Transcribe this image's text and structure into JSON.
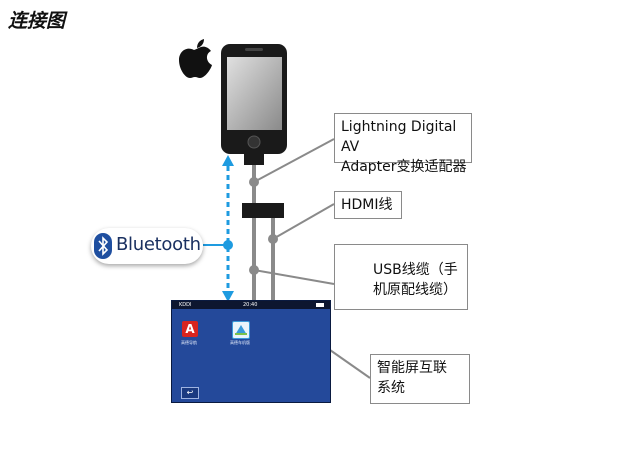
{
  "title": "连接图",
  "labels": {
    "adapter_line1": "Lightning Digital AV",
    "adapter_line2": "Adapter变换适配器",
    "hdmi": "HDMI线",
    "usb_line1": "USB线缆（手",
    "usb_line2": "机原配线缆）",
    "headunit_line1": "智能屏互联",
    "headunit_line2": "系统",
    "bluetooth": "Bluetooth"
  },
  "head_unit": {
    "carrier": "KDDI",
    "time": "20:40",
    "apps": [
      {
        "letter": "A",
        "label": "高德导航",
        "color": "#d8241f"
      },
      {
        "letter": "",
        "label": "高德车机版",
        "color": "#3a9ad8"
      }
    ],
    "back_symbol": "↩"
  },
  "colors": {
    "cable": "#8a8a8a",
    "bluetooth_link": "#1e9be0",
    "screen": "#24499a",
    "device_body": "#1a1a1a"
  },
  "icons": [
    "apple-logo-icon",
    "bluetooth-icon",
    "usb-icon",
    "back-arrow-icon",
    "navigation-app-icon",
    "map-app-icon"
  ]
}
